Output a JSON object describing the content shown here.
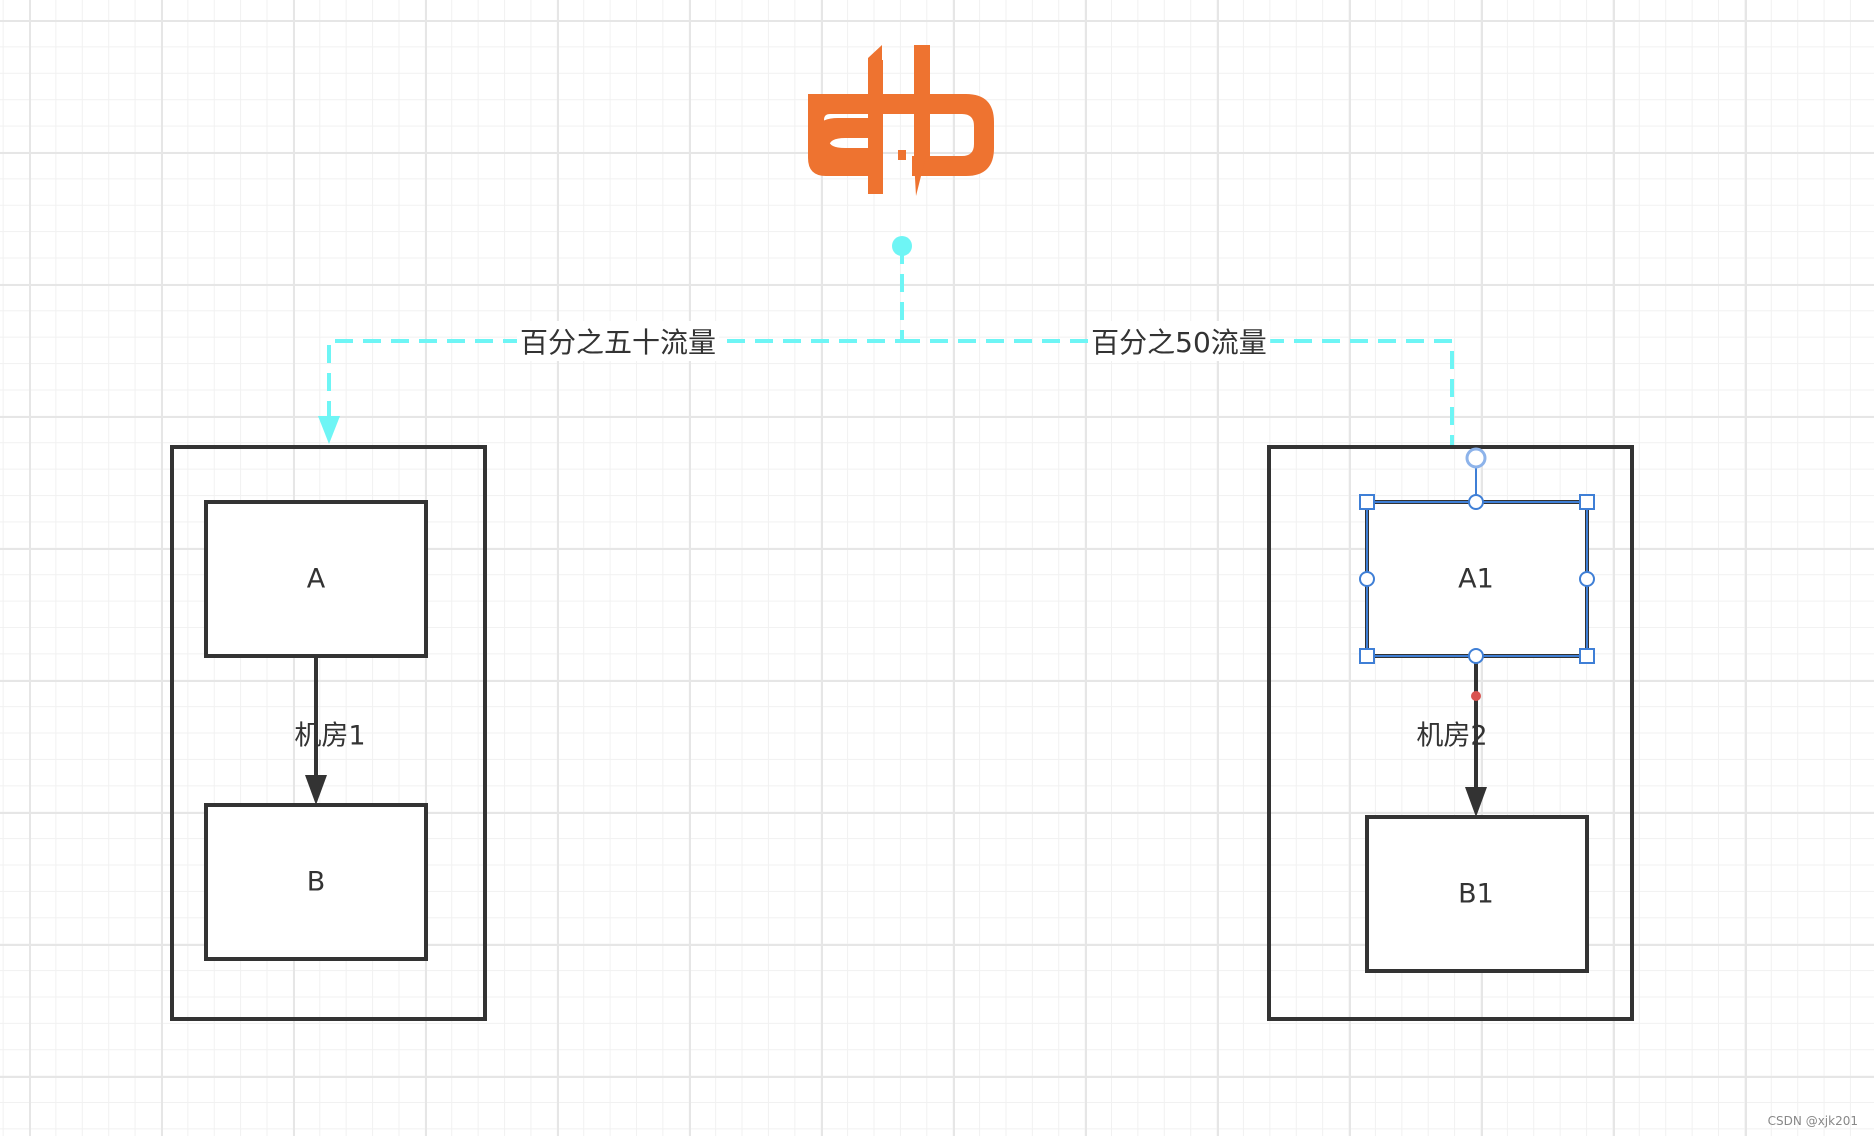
{
  "diagram": {
    "logo": {
      "icon": "orange-gateway-logo-icon",
      "color": "#EE7330"
    },
    "edges": {
      "left_traffic_label": "百分之五十流量",
      "right_traffic_label": "百分之50流量",
      "traffic_color": "#6EF5F5",
      "room1_label": "机房1",
      "room2_label": "机房2"
    },
    "room1": {
      "node_a": "A",
      "node_b": "B"
    },
    "room2": {
      "node_a": "A1",
      "node_b": "B1"
    },
    "selection_color": "#3F7FD6"
  },
  "watermark": "CSDN @xjk201"
}
